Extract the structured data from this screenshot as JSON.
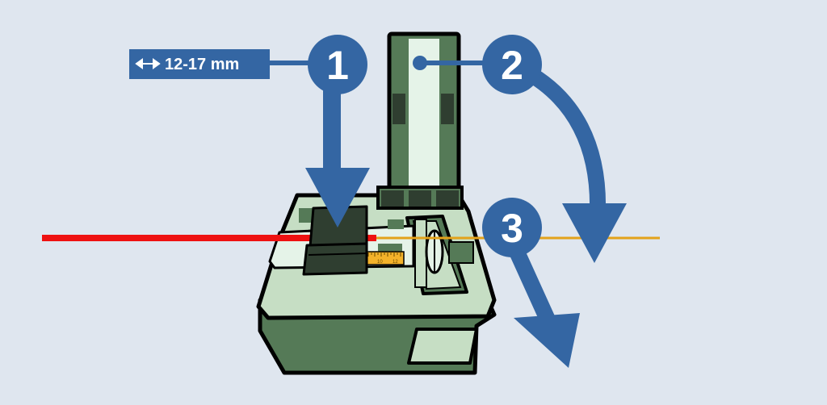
{
  "length_label": {
    "icon": "double-arrow-icon",
    "text": "12-17 mm"
  },
  "steps": [
    "1",
    "2",
    "3"
  ],
  "ruler_ticks": [
    "10",
    "12"
  ],
  "colors": {
    "background": "#dfe6ef",
    "accent_blue": "#3466a3",
    "device_light": "#c6dec4",
    "device_dark": "#557a57",
    "blade_dark": "#2f3e30",
    "laser": "#ee1111",
    "fiber": "#e3a21a",
    "ruler": "#f3b22a"
  }
}
